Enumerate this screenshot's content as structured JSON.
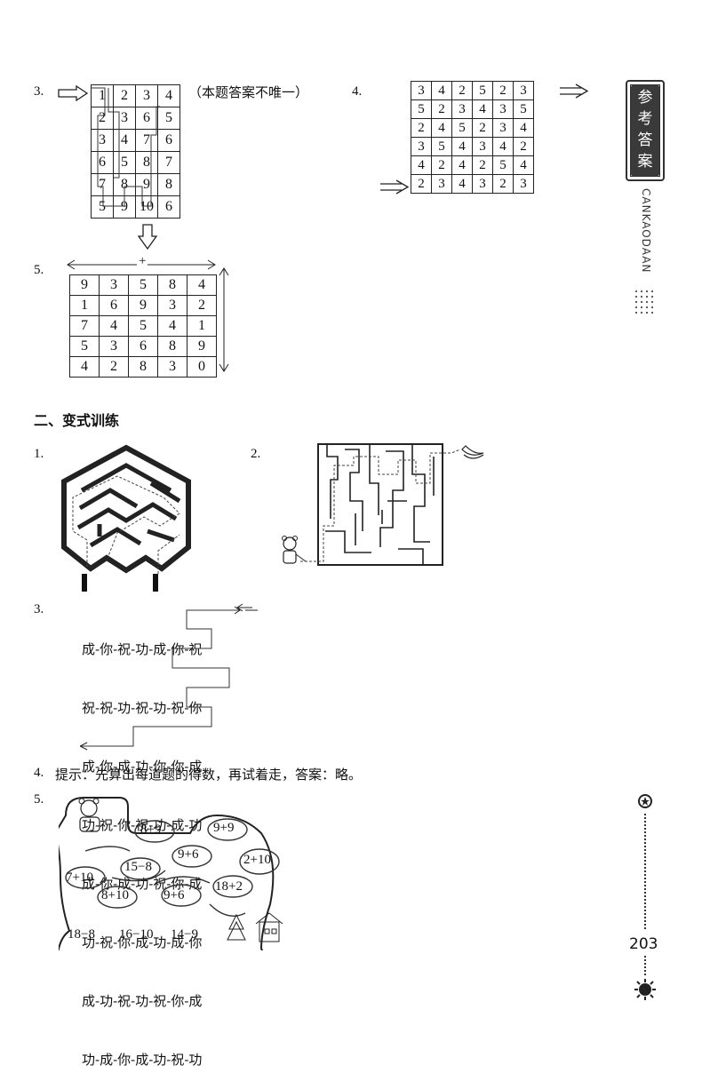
{
  "sidebar": {
    "tab_title": "参考答案",
    "tab_chars": [
      "参",
      "考",
      "答",
      "案"
    ],
    "subtitle_en": "CANKAODAAN",
    "page_number": "203"
  },
  "problem3": {
    "label": "3.",
    "note": "（本题答案不唯一）",
    "grid": [
      [
        "1",
        "2",
        "3",
        "4"
      ],
      [
        "2",
        "3",
        "6",
        "5"
      ],
      [
        "3",
        "4",
        "7",
        "6"
      ],
      [
        "6",
        "5",
        "8",
        "7"
      ],
      [
        "7",
        "8",
        "9",
        "8"
      ],
      [
        "5",
        "9",
        "10",
        "6"
      ]
    ]
  },
  "problem4": {
    "label": "4.",
    "grid": [
      [
        "3",
        "4",
        "2",
        "5",
        "2",
        "3"
      ],
      [
        "5",
        "2",
        "3",
        "4",
        "3",
        "5"
      ],
      [
        "2",
        "4",
        "5",
        "2",
        "3",
        "4"
      ],
      [
        "3",
        "5",
        "4",
        "3",
        "4",
        "2"
      ],
      [
        "4",
        "2",
        "4",
        "2",
        "5",
        "4"
      ],
      [
        "2",
        "3",
        "4",
        "3",
        "2",
        "3"
      ]
    ]
  },
  "problem5": {
    "label": "5.",
    "plus": "+",
    "grid": [
      [
        "9",
        "3",
        "5",
        "8",
        "4"
      ],
      [
        "1",
        "6",
        "9",
        "3",
        "2"
      ],
      [
        "7",
        "4",
        "5",
        "4",
        "1"
      ],
      [
        "5",
        "3",
        "6",
        "8",
        "9"
      ],
      [
        "4",
        "2",
        "8",
        "3",
        "0"
      ]
    ]
  },
  "section2": {
    "title": "二、变式训练",
    "item1_label": "1.",
    "item2_label": "2.",
    "item3_label": "3.",
    "item3_rows": [
      "成-你-祝-功-成-你-祝",
      "祝-祝-功-祝-功-祝-你",
      "成-你-成-功-你-你-成",
      "功-祝-你-祝-功-成-功",
      "成-你-成-功-祝-你-成",
      "功-祝-你-成-功-成-你",
      "成-功-祝-功-祝-你-成",
      "功-成-你-成-功-祝-功"
    ],
    "item4_label": "4.",
    "item4_text": "提示：先算出每道题的得数，再试着走，答案：略。",
    "item5_label": "5.",
    "item5_expressions": [
      "8+9",
      "9+9",
      "15−8",
      "9+6",
      "2+10",
      "7+10",
      "18+2",
      "8+10",
      "9+6",
      "18−8",
      "16−10",
      "14−9"
    ]
  }
}
